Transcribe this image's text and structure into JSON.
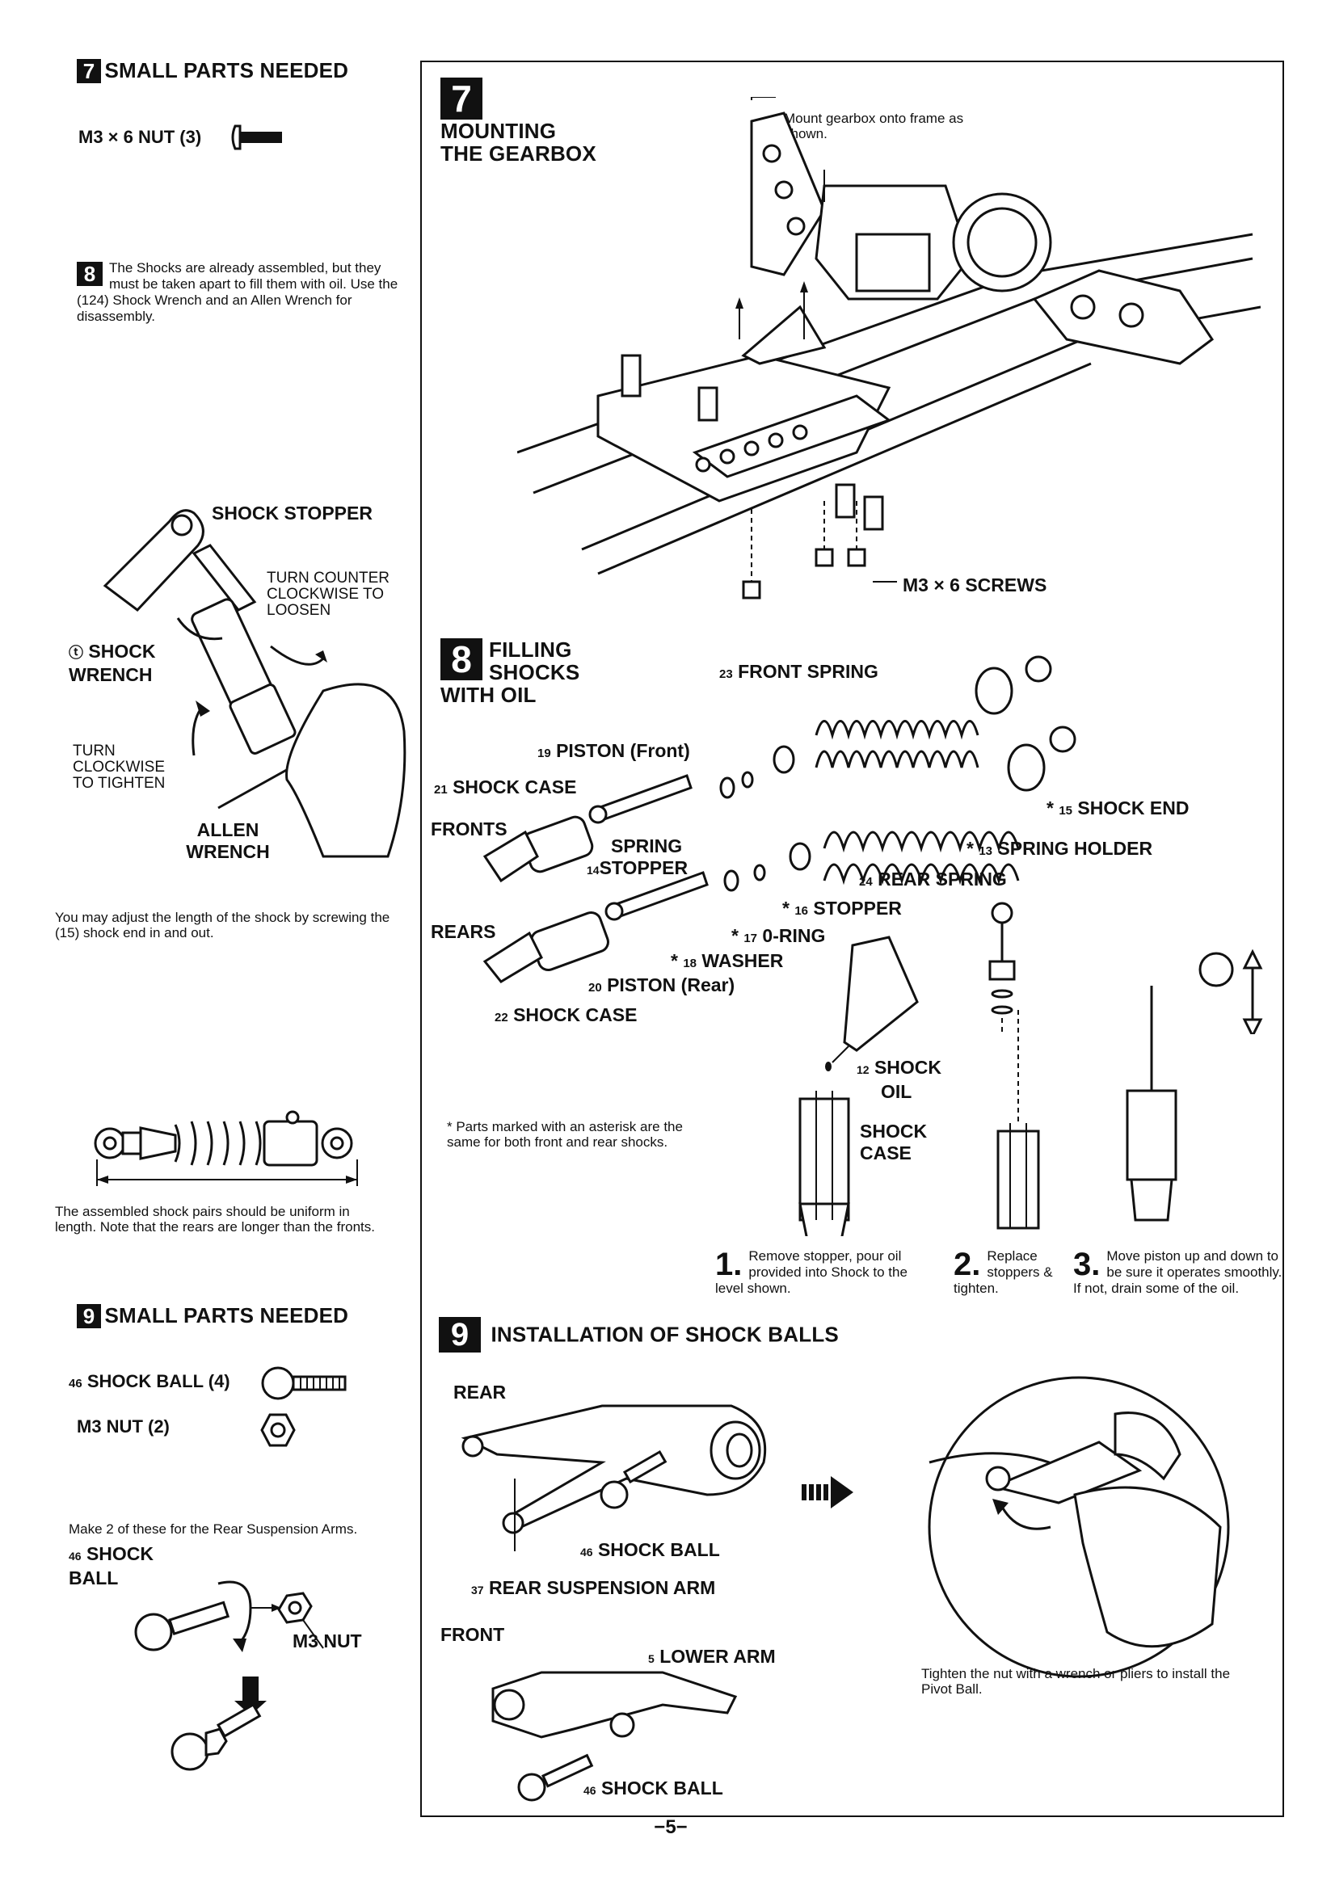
{
  "left": {
    "s7_parts": {
      "num": "7",
      "title": "SMALL PARTS NEEDED",
      "item": "M3 × 6 NUT (3)"
    },
    "s8_note": {
      "num": "8",
      "text": "The Shocks are already assembled, but they must be taken apart to fill them with oil. Use the (124) Shock Wrench and an Allen Wrench for disassembly."
    },
    "wrench_fig": {
      "shock_stopper": "SHOCK STOPPER",
      "turn_ccw": "TURN COUNTER CLOCKWISE TO LOOSEN",
      "shock_wrench_num": "ⓣ",
      "shock_wrench": "SHOCK WRENCH",
      "turn_cw": "TURN CLOCKWISE TO TIGHTEN",
      "allen_wrench": "ALLEN WRENCH"
    },
    "adjust_text": "You may adjust the length of the shock by screwing the (15) shock end in and out.",
    "assembled_text": "The assembled shock pairs should be uniform in length. Note that the rears are longer than the fronts.",
    "s9_parts": {
      "num": "9",
      "title": "SMALL PARTS NEEDED",
      "item1_num": "46",
      "item1": "SHOCK BALL (4)",
      "item2": "M3 NUT (2)"
    },
    "make_text": "Make 2 of these for the Rear Suspension Arms.",
    "ball_fig": {
      "shock_ball_num": "46",
      "shock_ball": "SHOCK BALL",
      "m3_nut": "M3 NUT"
    }
  },
  "panel": {
    "s7": {
      "num": "7",
      "title_line1": "MOUNTING",
      "title_line2": "THE GEARBOX",
      "note": "Mount gearbox onto frame as shown.",
      "screws": "M3 × 6 SCREWS"
    },
    "s8": {
      "num": "8",
      "title_line1": "FILLING SHOCKS",
      "title_line2": "WITH OIL",
      "front_spring_num": "23",
      "front_spring": "FRONT SPRING",
      "piston_front_num": "19",
      "piston_front": "PISTON (Front)",
      "shock_case_num": "21",
      "shock_case": "SHOCK CASE",
      "fronts": "FRONTS",
      "spring_stopper_num": "14",
      "spring_stopper_1": "SPRING",
      "spring_stopper_2": "STOPPER",
      "shock_end_num": "15",
      "shock_end": "SHOCK END",
      "spring_holder_num": "13",
      "spring_holder": "SPRING HOLDER",
      "rear_spring_num": "24",
      "rear_spring": "REAR SPRING",
      "stopper_num": "16",
      "stopper": "STOPPER",
      "oring_num": "17",
      "oring": "0-RING",
      "washer_num": "18",
      "washer": "WASHER",
      "piston_rear_num": "20",
      "piston_rear": "PISTON (Rear)",
      "rears": "REARS",
      "shock_case2_num": "22",
      "shock_case2": "SHOCK CASE",
      "asterisk_note": "* Parts marked with an asterisk are the same for both front and rear shocks.",
      "shock_oil_num": "12",
      "shock_oil_1": "SHOCK",
      "shock_oil_2": "OIL",
      "shock_case3_1": "SHOCK",
      "shock_case3_2": "CASE",
      "steps": [
        {
          "n": "1.",
          "text": "Remove stopper, pour oil provided into Shock to the level shown."
        },
        {
          "n": "2.",
          "text": "Replace stoppers & tighten."
        },
        {
          "n": "3.",
          "text": "Move piston up and down to be sure it operates smoothly. If not, drain some of the oil."
        }
      ]
    },
    "s9": {
      "num": "9",
      "title": "INSTALLATION OF SHOCK BALLS",
      "rear": "REAR",
      "shock_ball_num": "46",
      "shock_ball": "SHOCK BALL",
      "rear_arm_num": "37",
      "rear_arm": "REAR SUSPENSION ARM",
      "front": "FRONT",
      "lower_arm_num": "5",
      "lower_arm": "LOWER ARM",
      "shock_ball2_num": "46",
      "shock_ball2": "SHOCK BALL",
      "tighten_note": "Tighten the nut with a wrench or pliers to install the Pivot Ball."
    }
  },
  "page_number": "−5−"
}
